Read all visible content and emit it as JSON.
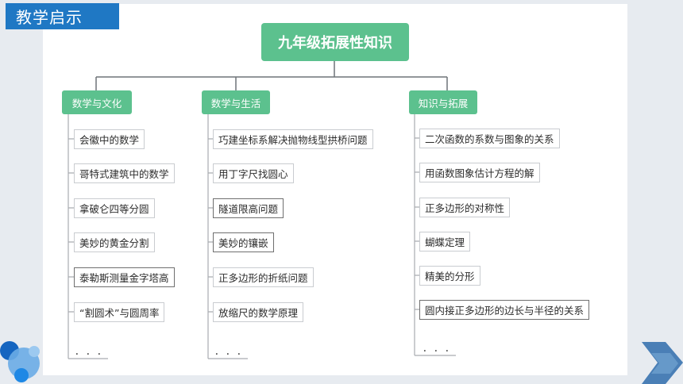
{
  "header": {
    "section_title": "教学启示"
  },
  "mindmap": {
    "root": "九年级拓展性知识",
    "branches": [
      {
        "label": "数学与文化",
        "items": [
          "会徽中的数学",
          "哥特式建筑中的数学",
          "拿破仑四等分圆",
          "美妙的黄金分割",
          "泰勒斯测量金字塔高",
          "“割圆术”与圆周率"
        ],
        "ellipsis": "．．．"
      },
      {
        "label": "数学与生活",
        "items": [
          "巧建坐标系解决抛物线型拱桥问题",
          "用丁字尺找圆心",
          "隧道限高问题",
          "美妙的镶嵌",
          "正多边形的折纸问题",
          "放缩尺的数学原理"
        ],
        "ellipsis": "．．．"
      },
      {
        "label": "知识与拓展",
        "items": [
          "二次函数的系数与图象的关系",
          "用函数图象估计方程的解",
          "正多边形的对称性",
          "蝴蝶定理",
          "精美的分形",
          "圆内接正多边形的边长与半径的关系"
        ],
        "ellipsis": "．．．"
      }
    ]
  },
  "colors": {
    "accent": "#1f78c4",
    "node_green": "#5cc18e",
    "line_gray": "#6f7378"
  }
}
